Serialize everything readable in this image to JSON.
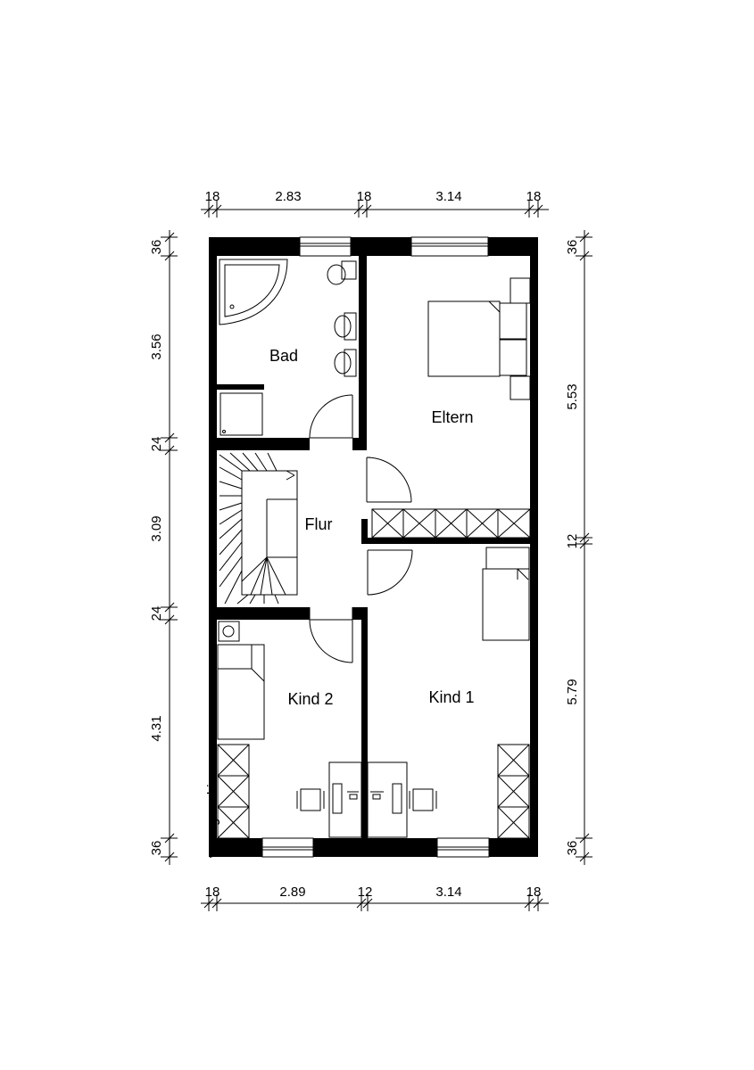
{
  "rooms": {
    "bad": "Bad",
    "eltern": "Eltern",
    "flur": "Flur",
    "kind2": "Kind 2",
    "kind1": "Kind 1"
  },
  "dimensions": {
    "top": [
      "18",
      "2.83",
      "18",
      "3.14",
      "18"
    ],
    "bottom": [
      "18",
      "2.89",
      "12",
      "3.14",
      "18"
    ],
    "left": [
      "36",
      "3.56",
      "24",
      "3.09",
      "24",
      "4.31",
      "36"
    ],
    "right": [
      "36",
      "5.53",
      "12",
      "5.79",
      "36"
    ]
  },
  "watermark": "www.grundriss.com"
}
